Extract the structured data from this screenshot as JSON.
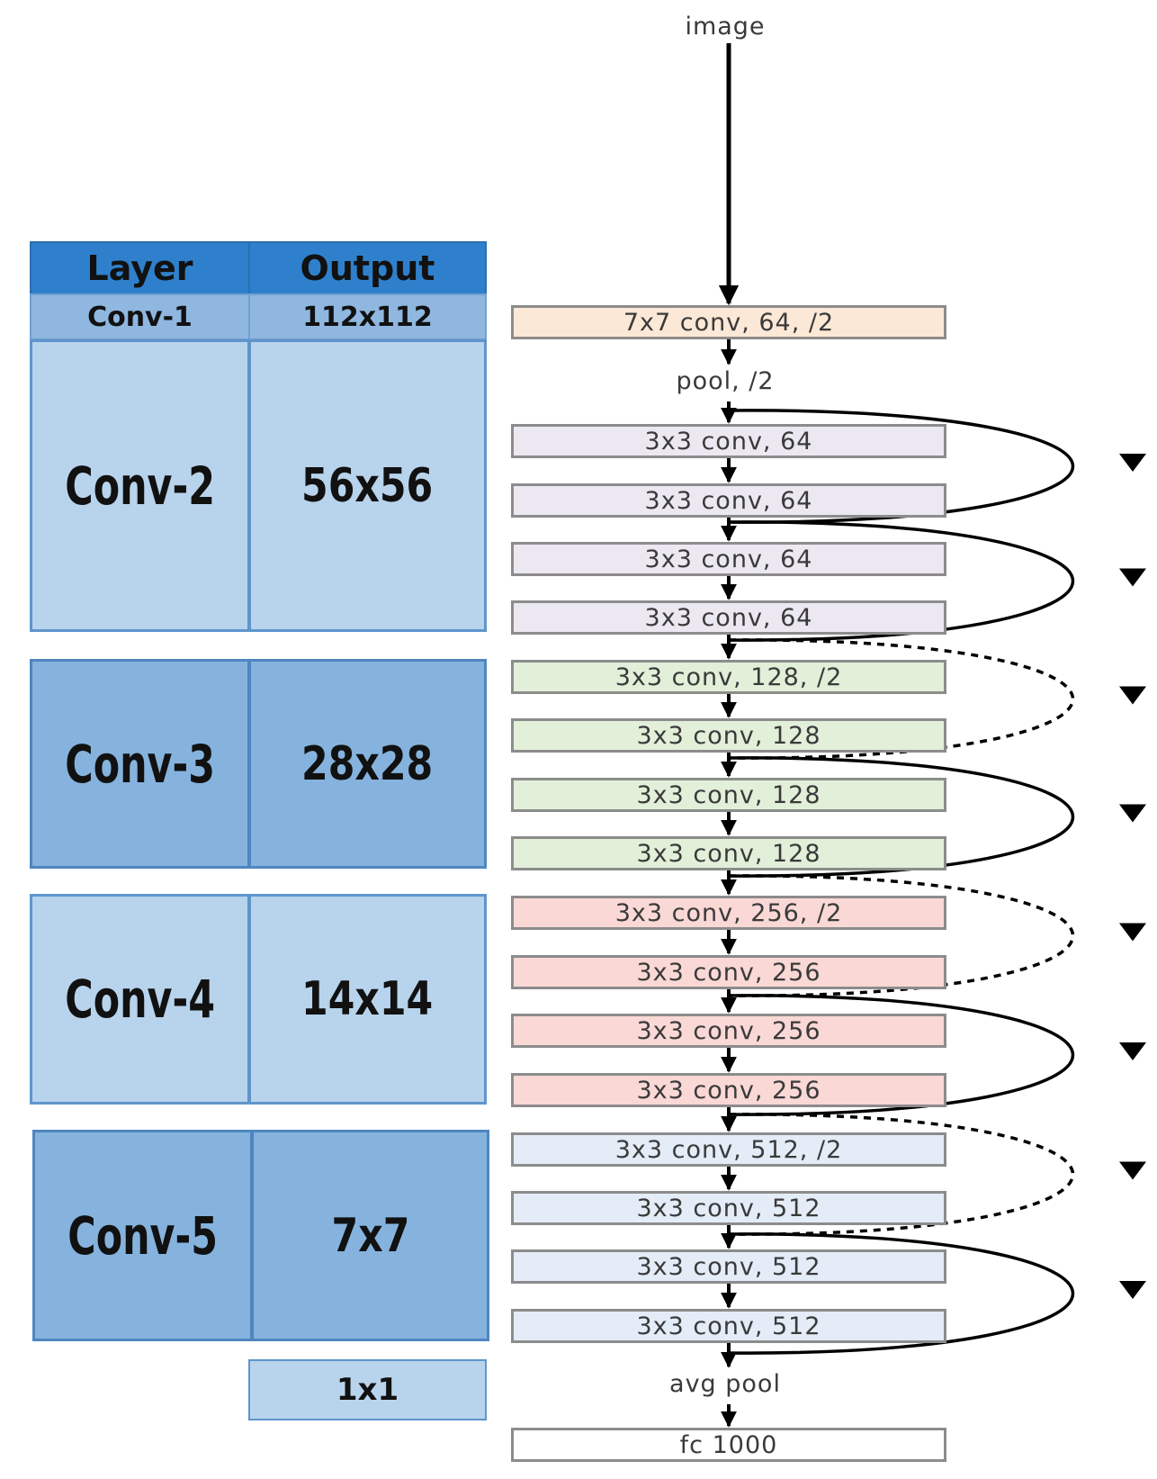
{
  "table": {
    "header": {
      "layer": "Layer",
      "output": "Output"
    },
    "rows": [
      {
        "layer": "Conv-1",
        "output": "112x112"
      },
      {
        "layer": "Conv-2",
        "output": "56x56"
      },
      {
        "layer": "Conv-3",
        "output": "28x28"
      },
      {
        "layer": "Conv-4",
        "output": "14x14"
      },
      {
        "layer": "Conv-5",
        "output": "7x7"
      },
      {
        "layer": "",
        "output": "1x1"
      }
    ]
  },
  "network": {
    "input_label": "image",
    "pool_label": "pool, /2",
    "avgpool_label": "avg pool",
    "layers": [
      {
        "label": "7x7 conv, 64, /2",
        "color": "#fce8d6"
      },
      {
        "label": "3x3 conv, 64",
        "color": "#ece8f2"
      },
      {
        "label": "3x3 conv, 64",
        "color": "#ece8f2"
      },
      {
        "label": "3x3 conv, 64",
        "color": "#ece8f2"
      },
      {
        "label": "3x3 conv, 64",
        "color": "#ece8f2"
      },
      {
        "label": "3x3 conv, 128, /2",
        "color": "#e2efd9"
      },
      {
        "label": "3x3 conv, 128",
        "color": "#e2efd9"
      },
      {
        "label": "3x3 conv, 128",
        "color": "#e2efd9"
      },
      {
        "label": "3x3 conv, 128",
        "color": "#e2efd9"
      },
      {
        "label": "3x3 conv, 256, /2",
        "color": "#f9d8d6"
      },
      {
        "label": "3x3 conv, 256",
        "color": "#f9d8d6"
      },
      {
        "label": "3x3 conv, 256",
        "color": "#f9d8d6"
      },
      {
        "label": "3x3 conv, 256",
        "color": "#f9d8d6"
      },
      {
        "label": "3x3 conv, 512, /2",
        "color": "#e3ecf7"
      },
      {
        "label": "3x3 conv, 512",
        "color": "#e3ecf7"
      },
      {
        "label": "3x3 conv, 512",
        "color": "#e3ecf7"
      },
      {
        "label": "3x3 conv, 512",
        "color": "#e3ecf7"
      },
      {
        "label": "fc 1000",
        "color": "#ffffff"
      }
    ],
    "skip_connections": [
      {
        "style": "solid"
      },
      {
        "style": "solid"
      },
      {
        "style": "dashed"
      },
      {
        "style": "solid"
      },
      {
        "style": "dashed"
      },
      {
        "style": "solid"
      },
      {
        "style": "dashed"
      },
      {
        "style": "solid"
      }
    ]
  }
}
